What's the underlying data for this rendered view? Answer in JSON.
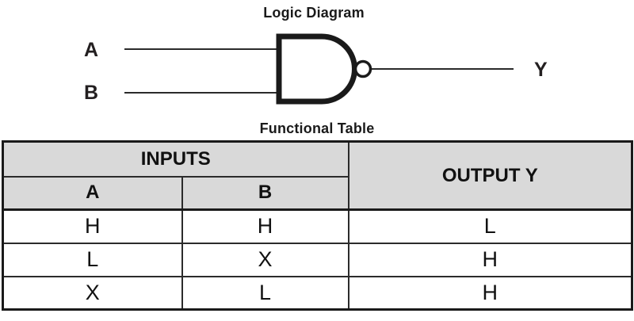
{
  "colors": {
    "background": "#ffffff",
    "line": "#1a1a1a",
    "table_header_bg": "#d9d9d9",
    "text": "#111111"
  },
  "logic_diagram": {
    "title": "Logic Diagram",
    "gate_type": "NAND",
    "input_a_label": "A",
    "input_b_label": "B",
    "output_label": "Y"
  },
  "functional_table": {
    "title": "Functional Table",
    "headers": {
      "inputs_group": "INPUTS",
      "input_a": "A",
      "input_b": "B",
      "output": "OUTPUT Y"
    },
    "rows": [
      {
        "a": "H",
        "b": "H",
        "y": "L"
      },
      {
        "a": "L",
        "b": "X",
        "y": "H"
      },
      {
        "a": "X",
        "b": "L",
        "y": "H"
      }
    ]
  }
}
